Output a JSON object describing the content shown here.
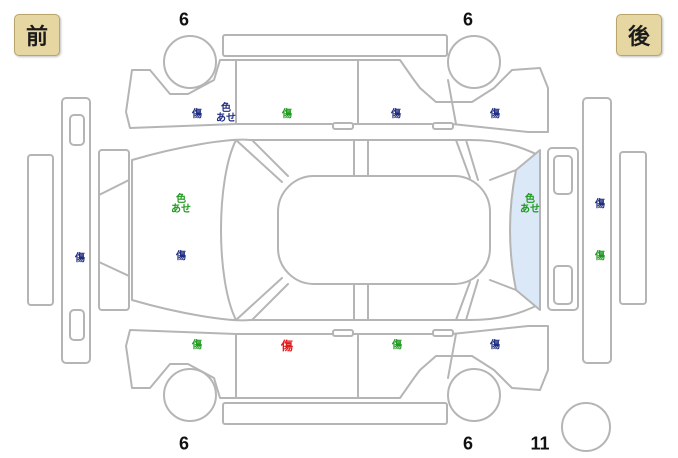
{
  "labels": {
    "front": "前",
    "rear": "後"
  },
  "tires": {
    "front_left": "6",
    "front_right": "6",
    "rear_left": "6",
    "rear_right": "6",
    "spare": "11"
  },
  "marks": {
    "scratch": "傷",
    "discolor": "色\nあせ"
  },
  "colors": {
    "outline": "#b5b5b5",
    "badge": "#e6d6a2",
    "navy_mark": "#1f2d80",
    "green_mark": "#1e9a1e",
    "red_mark": "#e21b1b",
    "glass_highlight": "#dbe8f8"
  }
}
